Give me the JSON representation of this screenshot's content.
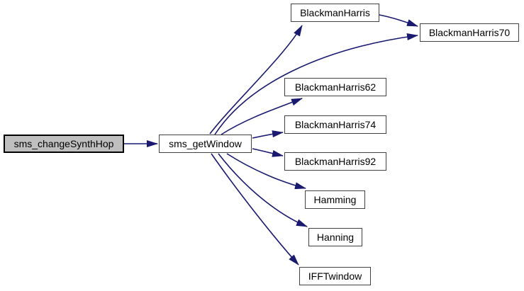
{
  "diagram": {
    "type": "call-graph",
    "root": "sms_changeSynthHop",
    "nodes": [
      {
        "id": "sms_changeSynthHop",
        "label": "sms_changeSynthHop",
        "highlighted": true
      },
      {
        "id": "sms_getWindow",
        "label": "sms_getWindow",
        "highlighted": false
      },
      {
        "id": "BlackmanHarris",
        "label": "BlackmanHarris",
        "highlighted": false
      },
      {
        "id": "BlackmanHarris70",
        "label": "BlackmanHarris70",
        "highlighted": false
      },
      {
        "id": "BlackmanHarris62",
        "label": "BlackmanHarris62",
        "highlighted": false
      },
      {
        "id": "BlackmanHarris74",
        "label": "BlackmanHarris74",
        "highlighted": false
      },
      {
        "id": "BlackmanHarris92",
        "label": "BlackmanHarris92",
        "highlighted": false
      },
      {
        "id": "Hamming",
        "label": "Hamming",
        "highlighted": false
      },
      {
        "id": "Hanning",
        "label": "Hanning",
        "highlighted": false
      },
      {
        "id": "IFFTwindow",
        "label": "IFFTwindow",
        "highlighted": false
      }
    ],
    "edges": [
      {
        "from": "sms_changeSynthHop",
        "to": "sms_getWindow"
      },
      {
        "from": "sms_getWindow",
        "to": "BlackmanHarris"
      },
      {
        "from": "sms_getWindow",
        "to": "BlackmanHarris70"
      },
      {
        "from": "BlackmanHarris",
        "to": "BlackmanHarris70"
      },
      {
        "from": "sms_getWindow",
        "to": "BlackmanHarris62"
      },
      {
        "from": "sms_getWindow",
        "to": "BlackmanHarris74"
      },
      {
        "from": "sms_getWindow",
        "to": "BlackmanHarris92"
      },
      {
        "from": "sms_getWindow",
        "to": "Hamming"
      },
      {
        "from": "sms_getWindow",
        "to": "Hanning"
      },
      {
        "from": "sms_getWindow",
        "to": "IFFTwindow"
      }
    ],
    "colors": {
      "edge": "#191970",
      "node_fill": "#ffffff",
      "highlight_fill": "#bfbfbf",
      "node_border": "#404040",
      "highlight_border": "#000000",
      "text": "#000000",
      "background": "#ffffff"
    }
  }
}
